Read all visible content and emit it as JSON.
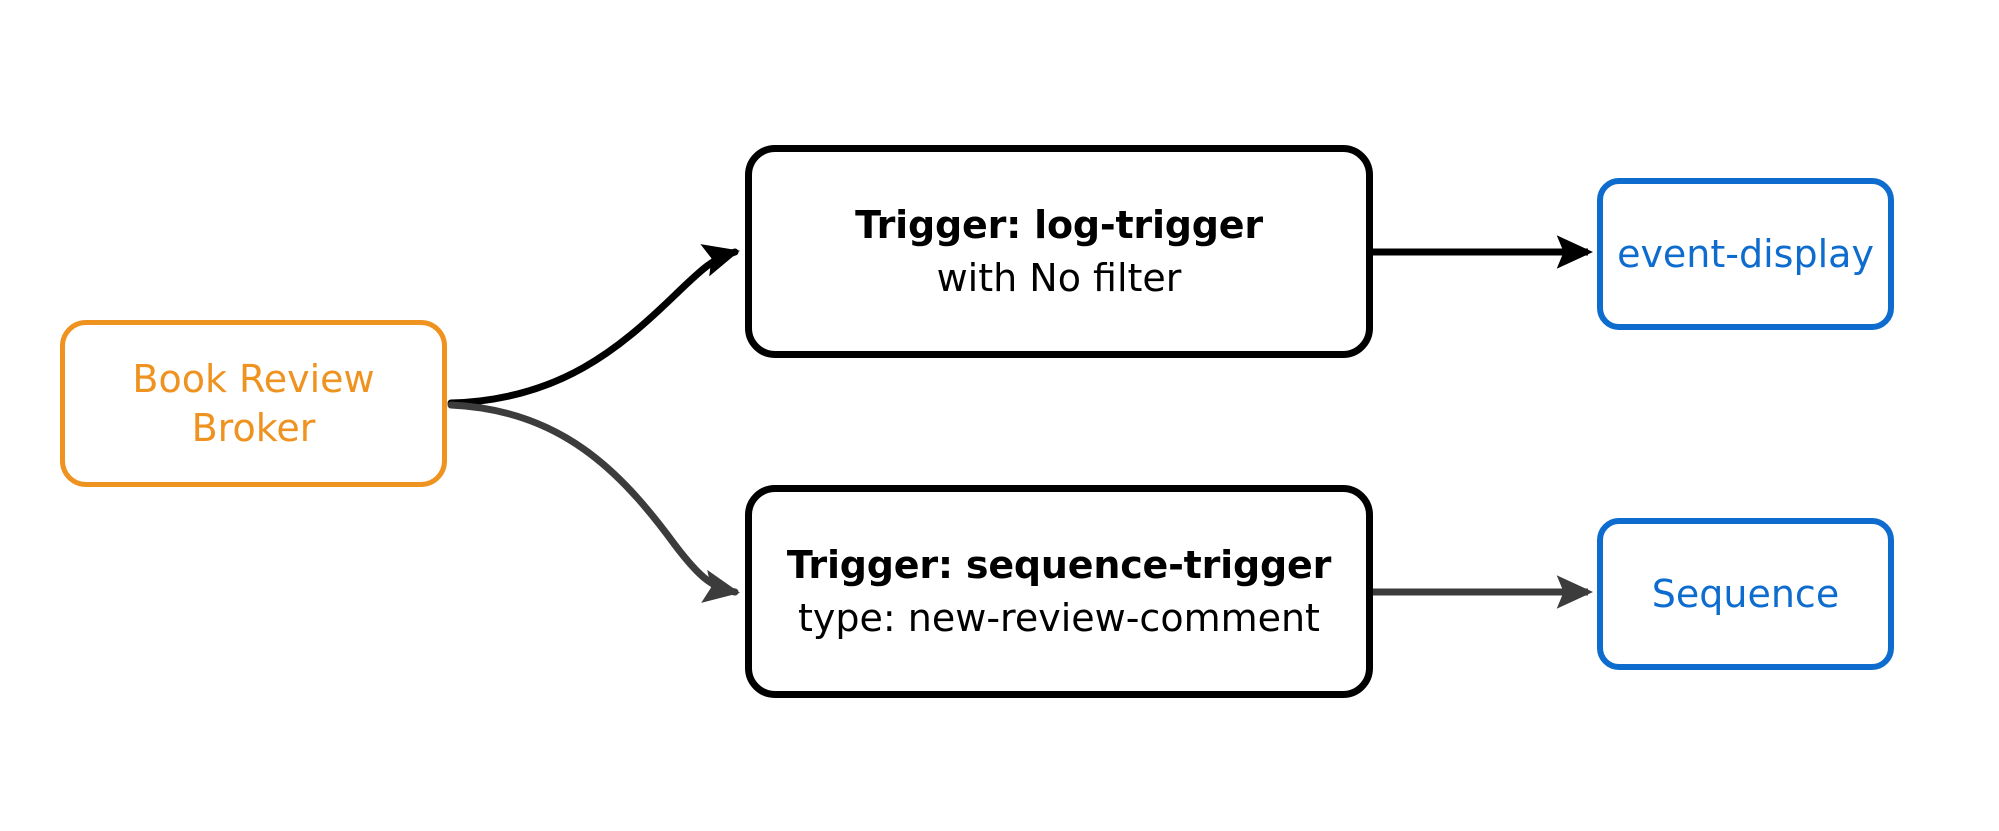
{
  "diagram": {
    "type": "flow-diagram",
    "background_color": "#ffffff",
    "nodes": {
      "broker": {
        "line1": "Book Review",
        "line2": "Broker",
        "color": "#ef9320",
        "shape": "rounded-rectangle"
      },
      "log_trigger": {
        "title": "Trigger: log-trigger",
        "subtitle": "with No filter",
        "color": "#000000",
        "shape": "rounded-rectangle"
      },
      "sequence_trigger": {
        "title": "Trigger: sequence-trigger",
        "subtitle": "type: new-review-comment",
        "color": "#000000",
        "shape": "rounded-rectangle"
      },
      "event_display": {
        "label": "event-display",
        "color": "#0d6ccd",
        "shape": "rounded-rectangle"
      },
      "sequence": {
        "label": "Sequence",
        "color": "#0d6ccd",
        "shape": "rounded-rectangle"
      }
    },
    "edges": [
      {
        "id": "broker-to-log-trigger",
        "from": "broker",
        "to": "log_trigger",
        "style": "curved",
        "color": "#000000",
        "arrowhead": "filled-triangle"
      },
      {
        "id": "broker-to-sequence-trigger",
        "from": "broker",
        "to": "sequence_trigger",
        "style": "curved",
        "color": "#3c3c3c",
        "arrowhead": "filled-triangle"
      },
      {
        "id": "log-trigger-to-event-display",
        "from": "log_trigger",
        "to": "event_display",
        "style": "straight",
        "color": "#000000",
        "arrowhead": "filled-triangle"
      },
      {
        "id": "sequence-trigger-to-sequence",
        "from": "sequence_trigger",
        "to": "sequence",
        "style": "straight",
        "color": "#3c3c3c",
        "arrowhead": "filled-triangle"
      }
    ]
  }
}
